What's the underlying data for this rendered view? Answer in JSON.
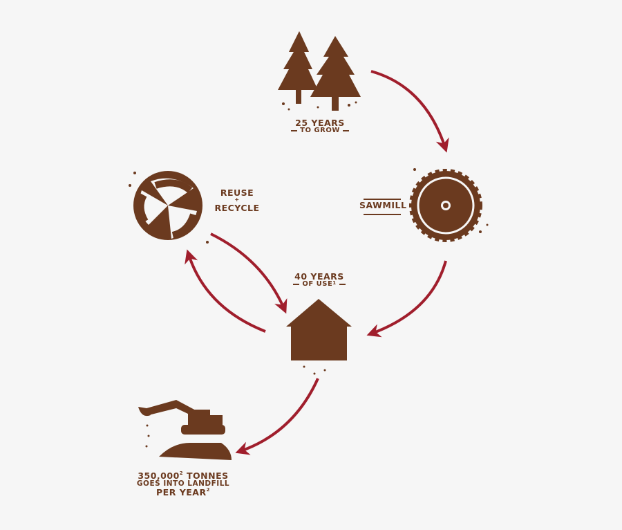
{
  "nodes": {
    "trees": {
      "line1": "25 YEARS",
      "line2": "TO GROW"
    },
    "sawmill": {
      "label": "SAWMILL"
    },
    "recycle": {
      "line1": "REUSE",
      "line2": "+",
      "line3": "RECYCLE"
    },
    "house": {
      "line1": "40 YEARS",
      "line2": "OF USE",
      "line2_sup": "1"
    },
    "landfill": {
      "line1": "350,000",
      "line1_sup": "2",
      "line1_rest": "TONNES",
      "line2": "GOES INTO LANDFILL",
      "line3": "PER YEAR",
      "line3_sup": "2"
    }
  },
  "colors": {
    "icon": "#6b3a1f",
    "arrow": "#a01e2c",
    "background": "#f6f6f6"
  }
}
